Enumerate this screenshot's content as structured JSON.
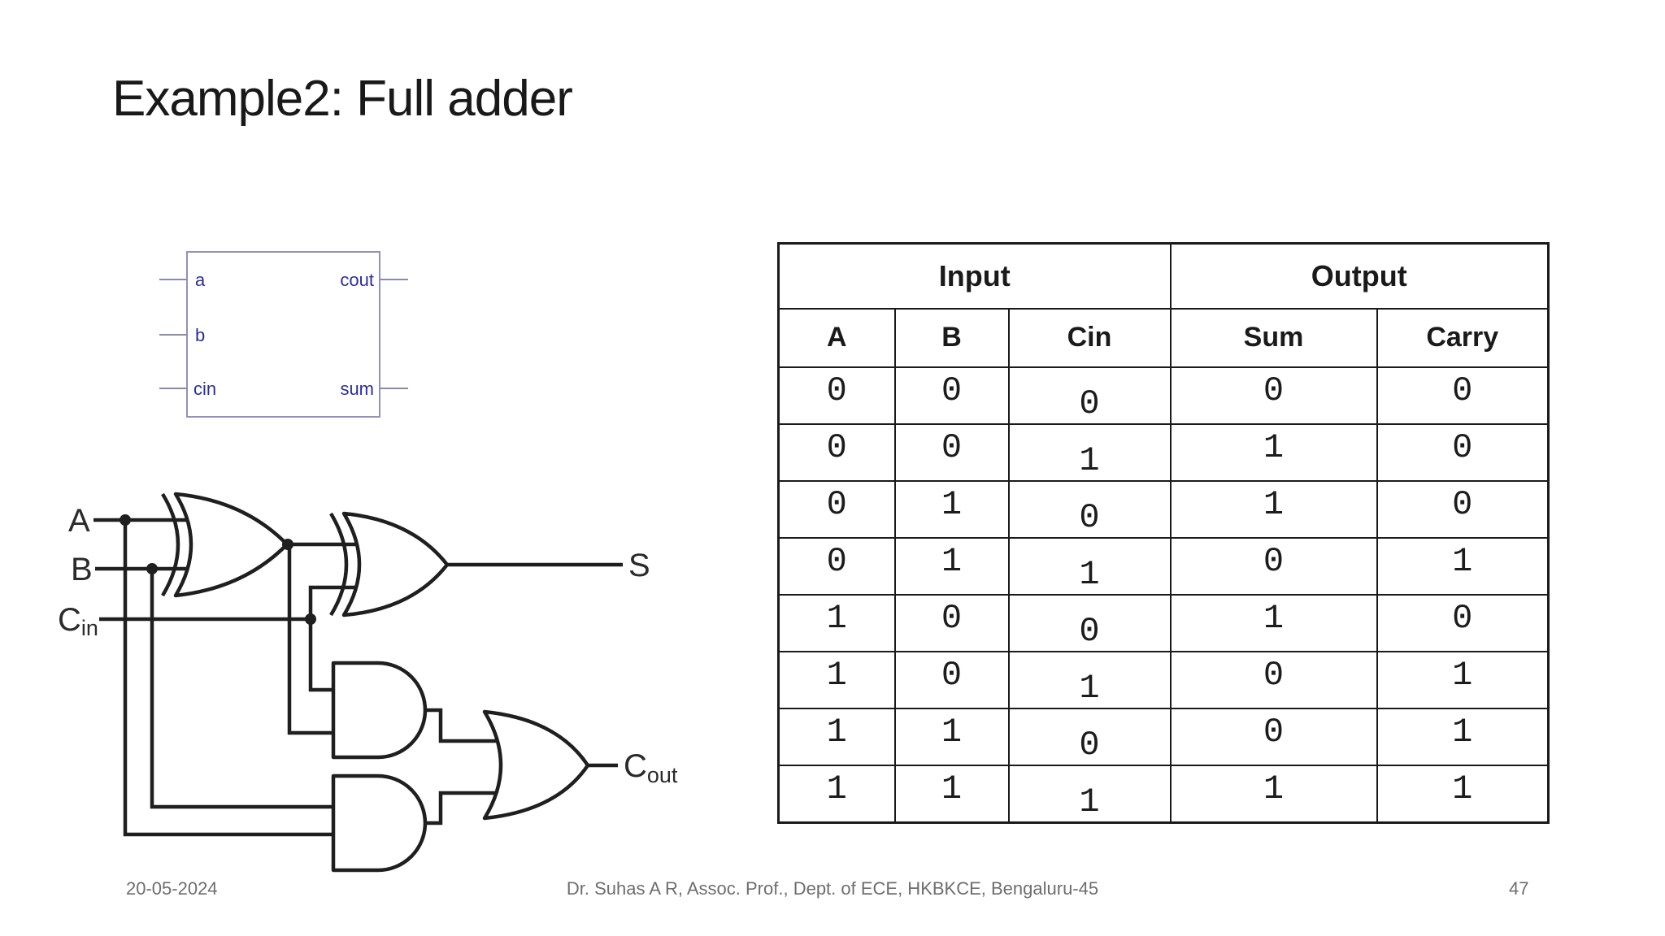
{
  "slide": {
    "title": "Example2: Full adder",
    "background_color": "#ffffff",
    "footer": {
      "date": "20-05-2024",
      "credit": "Dr. Suhas A R, Assoc. Prof., Dept. of ECE, HKBKCE, Bengaluru-45",
      "page_number": "47"
    }
  },
  "block_diagram": {
    "input_ports": [
      "a",
      "b",
      "cin"
    ],
    "output_ports": [
      "cout",
      "sum"
    ],
    "border_color": "#9191b9",
    "label_color": "#2d2d9e"
  },
  "gate_circuit": {
    "inputs": [
      {
        "label": "A",
        "sub": ""
      },
      {
        "label": "B",
        "sub": ""
      },
      {
        "label": "C",
        "sub": "in"
      }
    ],
    "outputs": [
      {
        "label": "S",
        "sub": ""
      },
      {
        "label": "C",
        "sub": "out"
      }
    ],
    "gates": [
      {
        "type": "xor",
        "name": "xor1-a-xor-b"
      },
      {
        "type": "xor",
        "name": "xor2-sum"
      },
      {
        "type": "and",
        "name": "and1-axorb-and-cin"
      },
      {
        "type": "and",
        "name": "and2-a-and-b"
      },
      {
        "type": "or",
        "name": "or1-carry"
      }
    ],
    "line_color": "#1f1f1f"
  },
  "truth_table": {
    "group_headers": [
      {
        "label": "Input",
        "colspan": 3
      },
      {
        "label": "Output",
        "colspan": 2
      }
    ],
    "columns": [
      "A",
      "B",
      "Cin",
      "Sum",
      "Carry"
    ],
    "rows": [
      [
        "0",
        "0",
        "0",
        "0",
        "0"
      ],
      [
        "0",
        "0",
        "1",
        "1",
        "0"
      ],
      [
        "0",
        "1",
        "0",
        "1",
        "0"
      ],
      [
        "0",
        "1",
        "1",
        "0",
        "1"
      ],
      [
        "1",
        "0",
        "0",
        "1",
        "0"
      ],
      [
        "1",
        "0",
        "1",
        "0",
        "1"
      ],
      [
        "1",
        "1",
        "0",
        "0",
        "1"
      ],
      [
        "1",
        "1",
        "1",
        "1",
        "1"
      ]
    ],
    "border_color": "#1a1a1a"
  }
}
